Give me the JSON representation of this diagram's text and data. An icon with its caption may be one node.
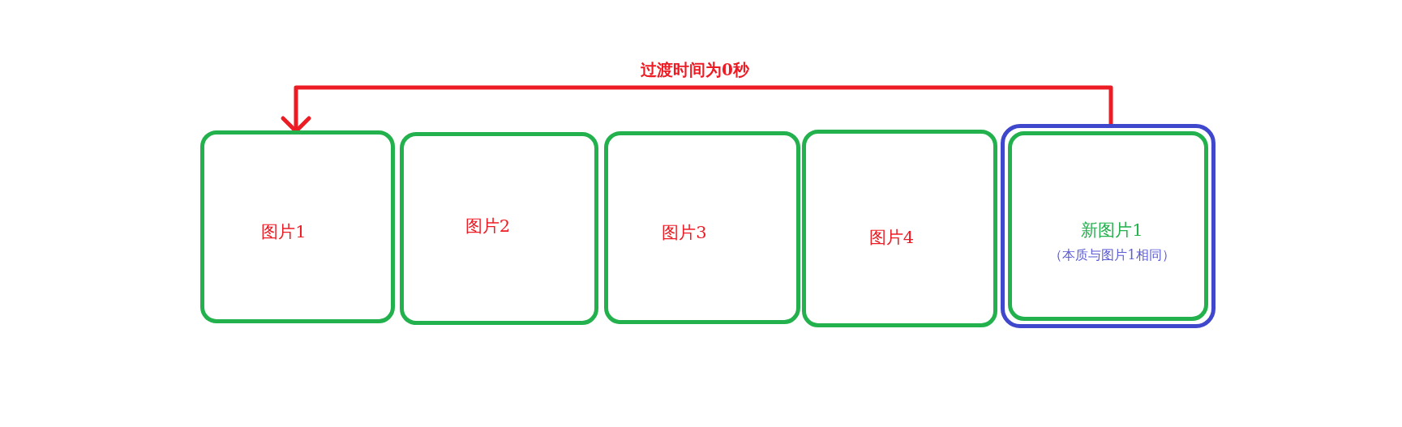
{
  "diagram": {
    "nodes": [
      {
        "text": [
          "图片1"
        ]
      },
      {
        "text": [
          "图片2"
        ]
      },
      {
        "text": [
          "图片3"
        ]
      },
      {
        "text": [
          "图片4"
        ]
      },
      {
        "text": [],
        "shape": "box"
      },
      {
        "text": [
          "新图片1",
          "（本质与图片1相同）"
        ],
        "in": 4
      }
    ],
    "edges": [
      {
        "from": 4,
        "to": 0,
        "arrow": "to",
        "label": "过渡时间为0秒",
        "color": "#ed1c24"
      }
    ]
  }
}
